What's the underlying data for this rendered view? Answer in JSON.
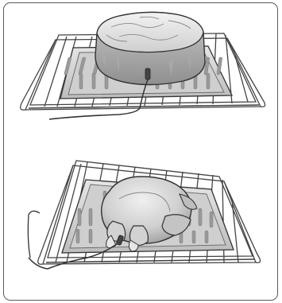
{
  "figures": [
    {
      "subject": "roast",
      "probe": "meat-probe"
    },
    {
      "subject": "whole-poultry",
      "probe": "meat-probe"
    }
  ],
  "colors": {
    "border": "#5a5a5a",
    "line": "#333333",
    "rack": "#444444",
    "pan": "#d6d6d6",
    "pan_dark": "#9a9a9a",
    "meat": "#bdbdbd",
    "meat_light": "#eeeeee",
    "poultry": "#cfcfcf",
    "poultry_shade": "#a6a6a6"
  }
}
